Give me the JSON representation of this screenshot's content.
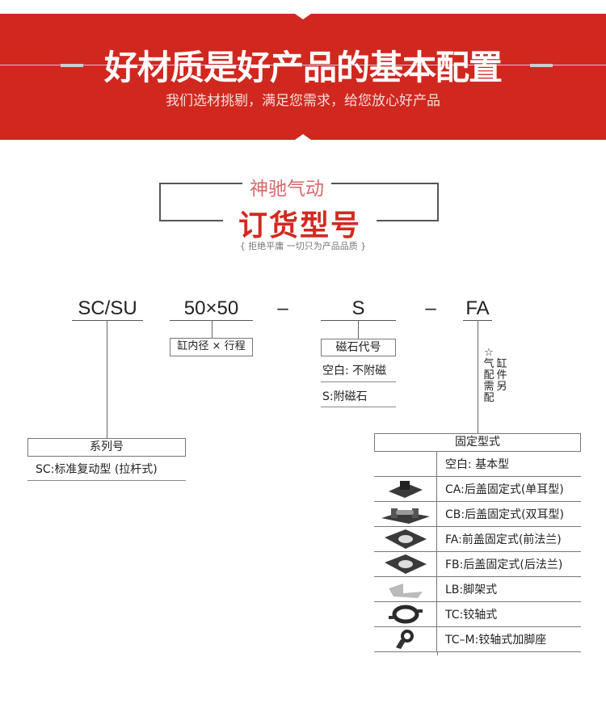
{
  "banner": {
    "title": "好材质是好产品的基本配置",
    "subtitle": "我们选材挑剔，满足您需求，给您放心好产品"
  },
  "section": {
    "brand": "神驰气动",
    "title": "订货型号",
    "tagline": "{ 拒绝平庸   一切只为产品品质 }"
  },
  "model": {
    "series_code": "SC/SU",
    "size_code": "50×50",
    "dash": "–",
    "magnet_code": "S",
    "mount_code": "FA"
  },
  "series": {
    "header": "系列号",
    "items": [
      "SC:标准复动型 (拉杆式)"
    ]
  },
  "size": {
    "header": "缸内径 × 行程"
  },
  "magnet": {
    "header": "磁石代号",
    "items": [
      "空白: 不附磁",
      "S:附磁石"
    ]
  },
  "note": {
    "star": "☆",
    "col1": [
      "气",
      "配",
      "需",
      "配"
    ],
    "col2": [
      "缸",
      "件",
      "另"
    ]
  },
  "mount": {
    "header": "固定型式",
    "rows": [
      {
        "icon": "none",
        "label": "空白: 基本型"
      },
      {
        "icon": "single-clevis-bracket-icon",
        "label": "CA:后盖固定式(单耳型)"
      },
      {
        "icon": "double-clevis-bracket-icon",
        "label": "CB:后盖固定式(双耳型)"
      },
      {
        "icon": "front-flange-icon",
        "label": "FA:前盖固定式(前法兰)"
      },
      {
        "icon": "rear-flange-icon",
        "label": "FB:后盖固定式(后法兰)"
      },
      {
        "icon": "foot-bracket-icon",
        "label": "LB:脚架式"
      },
      {
        "icon": "trunnion-icon",
        "label": "TC:铰轴式"
      },
      {
        "icon": "trunnion-foot-icon",
        "label": "TC–M:铰轴式加脚座"
      }
    ]
  },
  "colors": {
    "brand_red": "#d0281f",
    "title_red": "#d22a20"
  }
}
